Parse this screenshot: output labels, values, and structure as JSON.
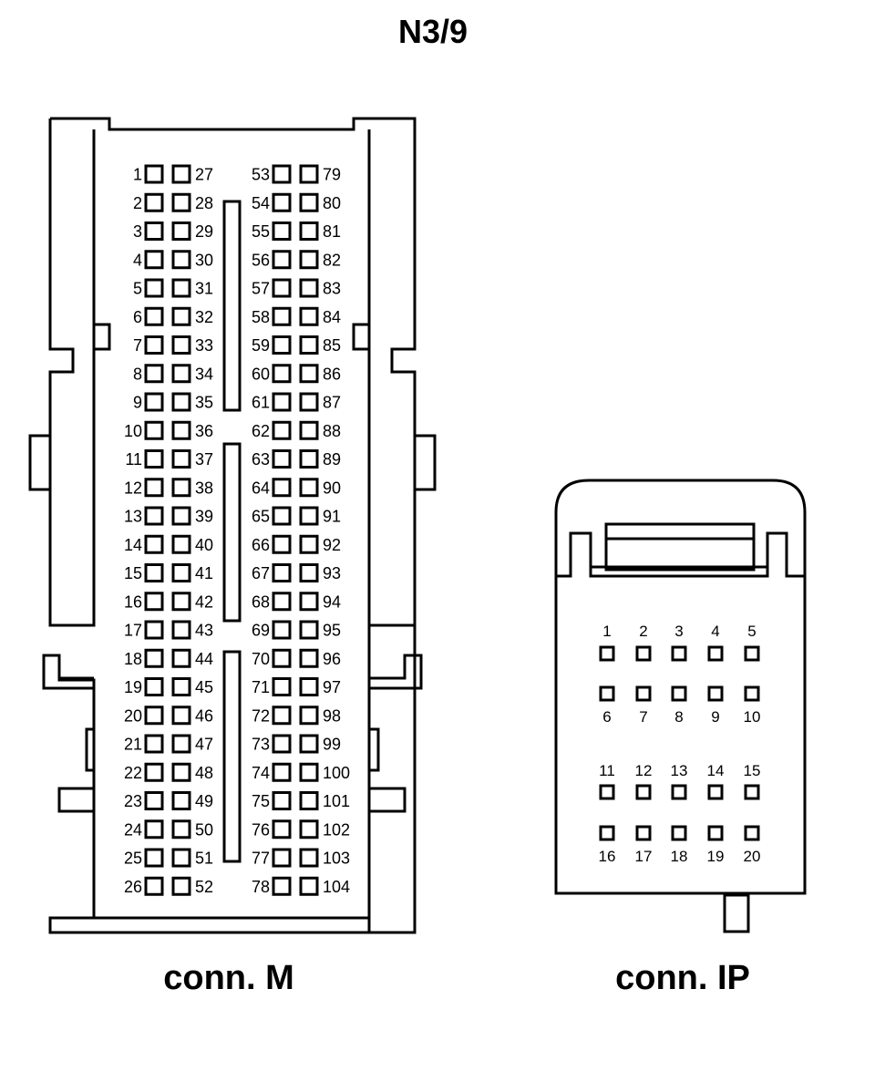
{
  "title": "N3/9",
  "connectors": {
    "m": {
      "caption": "conn. M",
      "pin_rows": 26,
      "pins": [
        "1",
        "2",
        "3",
        "4",
        "5",
        "6",
        "7",
        "8",
        "9",
        "10",
        "11",
        "12",
        "13",
        "14",
        "15",
        "16",
        "17",
        "18",
        "19",
        "20",
        "21",
        "22",
        "23",
        "24",
        "25",
        "26",
        "27",
        "28",
        "29",
        "30",
        "31",
        "32",
        "33",
        "34",
        "35",
        "36",
        "37",
        "38",
        "39",
        "40",
        "41",
        "42",
        "43",
        "44",
        "45",
        "46",
        "47",
        "48",
        "49",
        "50",
        "51",
        "52",
        "53",
        "54",
        "55",
        "56",
        "57",
        "58",
        "59",
        "60",
        "61",
        "62",
        "63",
        "64",
        "65",
        "66",
        "67",
        "68",
        "69",
        "70",
        "71",
        "72",
        "73",
        "74",
        "75",
        "76",
        "77",
        "78",
        "79",
        "80",
        "81",
        "82",
        "83",
        "84",
        "85",
        "86",
        "87",
        "88",
        "89",
        "90",
        "91",
        "92",
        "93",
        "94",
        "95",
        "96",
        "97",
        "98",
        "99",
        "100",
        "101",
        "102",
        "103",
        "104"
      ]
    },
    "ip": {
      "caption": "conn. IP",
      "pins_per_row": 5,
      "pins": [
        "1",
        "2",
        "3",
        "4",
        "5",
        "6",
        "7",
        "8",
        "9",
        "10",
        "11",
        "12",
        "13",
        "14",
        "15",
        "16",
        "17",
        "18",
        "19",
        "20"
      ]
    }
  }
}
